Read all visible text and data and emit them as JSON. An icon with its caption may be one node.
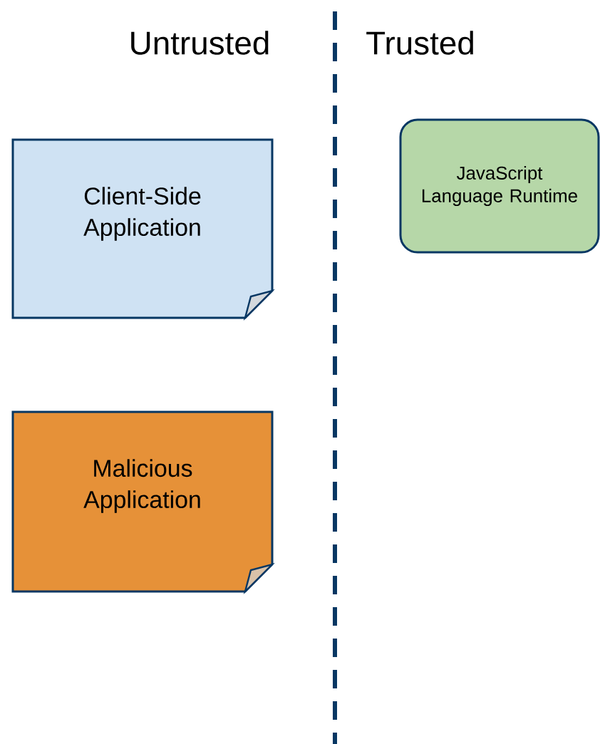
{
  "diagram": {
    "nodes": [
      {
        "text": [
          "Client-Side Application"
        ]
      },
      {
        "text": [
          "Malicious Application"
        ]
      },
      {
        "text": [
          "JavaScript Language Runtime"
        ]
      }
    ],
    "labels": [
      "Untrusted",
      "Trusted"
    ]
  }
}
